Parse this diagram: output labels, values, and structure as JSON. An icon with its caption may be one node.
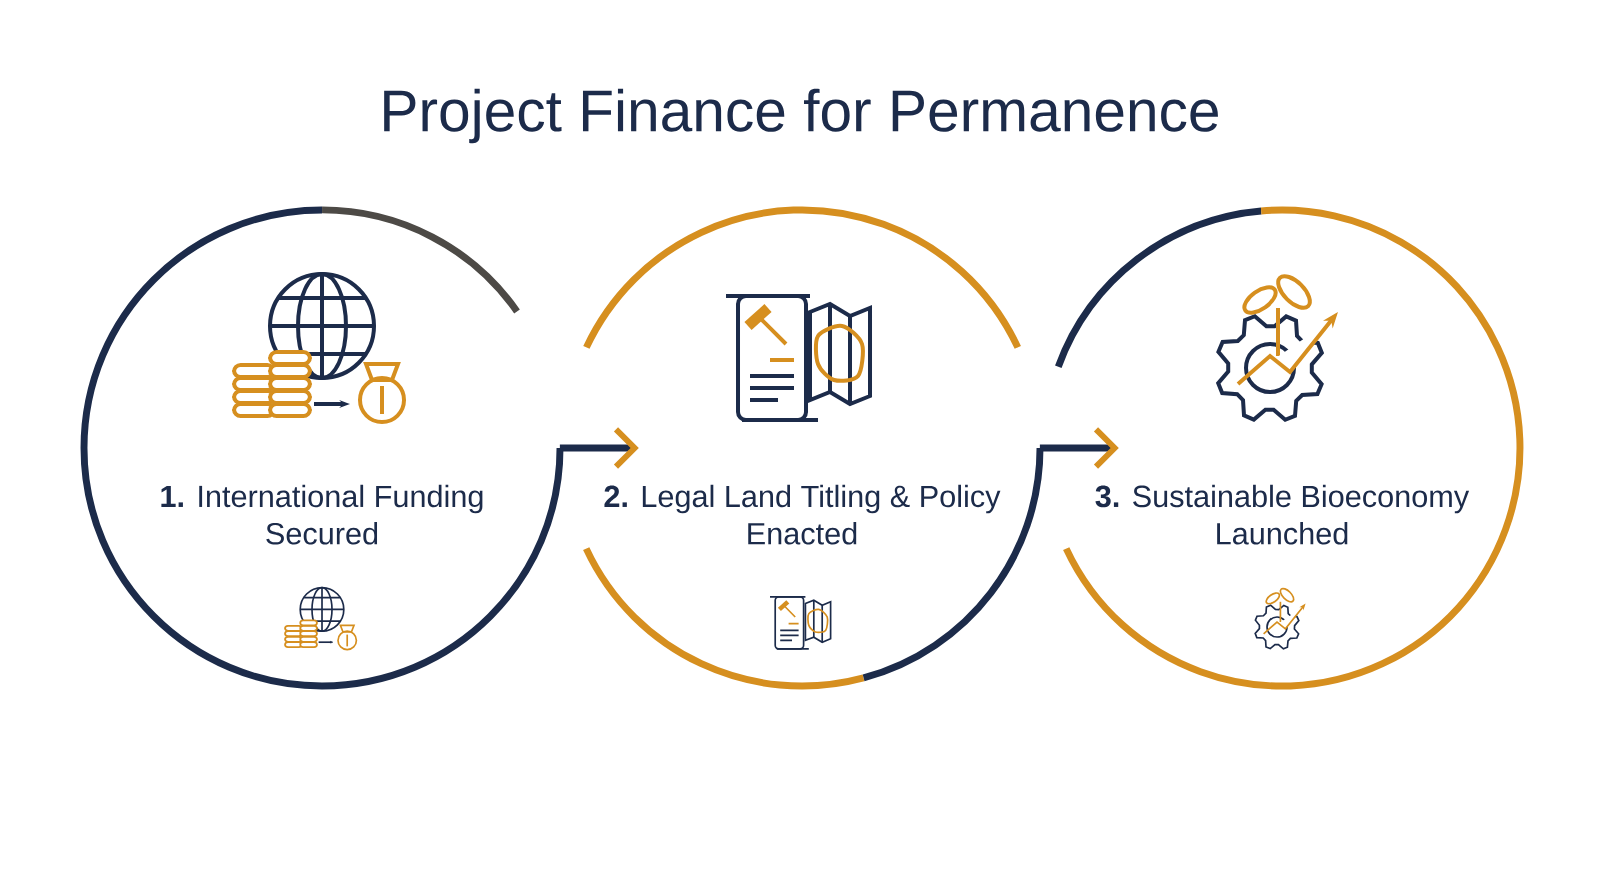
{
  "diagram": {
    "title": "Project Finance for Permanence",
    "nodes": [
      {
        "text": [
          "**1.** International Funding Secured"
        ]
      },
      {
        "text": [
          "**2.** Legal Land Titling & Policy Enacted"
        ]
      },
      {
        "text": [
          "**3.** Sustainable Bioeconomy Launched"
        ]
      }
    ],
    "edges": [
      {
        "from": 0,
        "to": 1,
        "arrow": "to"
      },
      {
        "from": 1,
        "to": 2,
        "arrow": "to"
      }
    ]
  }
}
